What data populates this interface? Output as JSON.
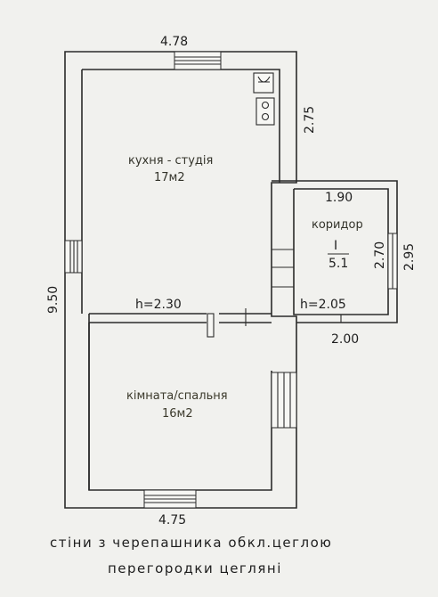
{
  "dimensions": {
    "top_width": "4.78",
    "bottom_width": "4.75",
    "left_height": "9.50",
    "kitchen_right_height": "2.75",
    "corridor_top_width": "1.90",
    "corridor_inner_height": "2.70",
    "corridor_outer_height": "2.95",
    "corridor_bottom_width": "2.00",
    "kitchen_ceiling_height": "h=2.30",
    "corridor_ceiling_height": "h=2.05"
  },
  "rooms": {
    "kitchen": {
      "name": "кухня - студія",
      "area": "17м2"
    },
    "bedroom": {
      "name": "кімната/спальня",
      "area": "16м2"
    },
    "corridor": {
      "name": "коридор",
      "index": "I",
      "area": "5.1"
    }
  },
  "notes": {
    "walls": "стіни з черепашника обкл.цеглою",
    "partitions": "перегородки цегляні"
  }
}
